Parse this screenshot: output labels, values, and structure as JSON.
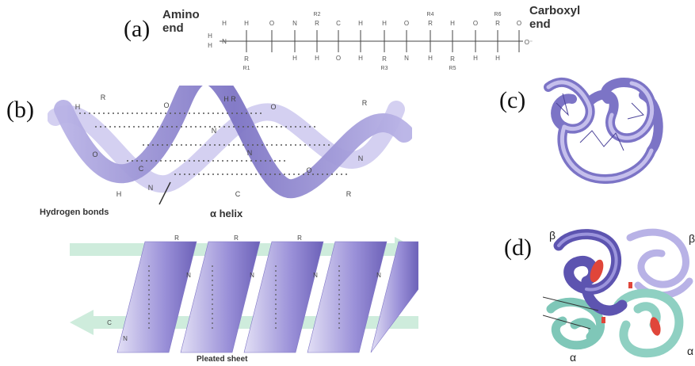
{
  "panels": {
    "a": {
      "label": "(a)",
      "amino_end": [
        "Amino",
        "end"
      ],
      "carboxyl_end": [
        "Carboxyl",
        "end"
      ],
      "residues": [
        "R1",
        "R2",
        "R3",
        "R4",
        "R5",
        "R6"
      ]
    },
    "b": {
      "label": "(b)",
      "hydrogen_bonds": "Hydrogen bonds",
      "alpha_helix": "α helix",
      "pleated_sheet": "Pleated sheet"
    },
    "c": {
      "label": "(c)"
    },
    "d": {
      "label": "(d)",
      "subunits": [
        "β",
        "β",
        "α",
        "α"
      ]
    }
  },
  "colors": {
    "helix": "#8d86c9",
    "helix_dark": "#5b54a6",
    "sheet": "#8b7fd0",
    "arrow": "#bfe3cf",
    "teal": "#7fc7b8",
    "heme": "#e0463a"
  }
}
